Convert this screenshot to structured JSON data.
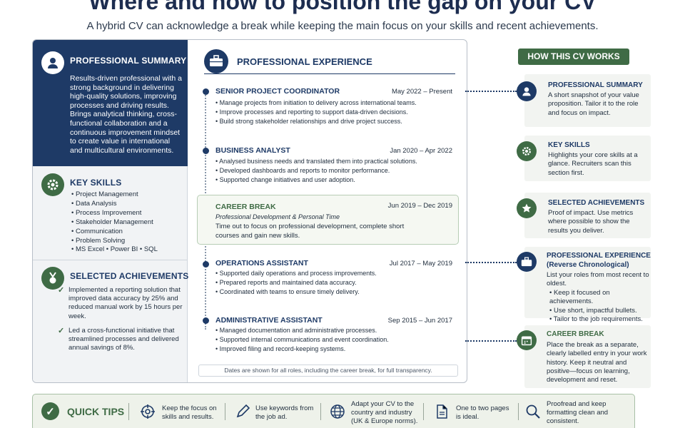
{
  "header": {
    "title": "Where and how to position the gap on your CV",
    "subtitle": "A hybrid CV can acknowledge a break while keeping the main focus on your skills and recent achievements."
  },
  "cv": {
    "summary": {
      "heading": "PROFESSIONAL SUMMARY",
      "text": "Results-driven professional with a strong background in delivering high-quality solutions, improving processes and driving results. Brings analytical thinking, cross-functional collaboration and a continuous improvement mindset to create value in international and multicultural environments."
    },
    "skills": {
      "heading": "KEY SKILLS",
      "items": [
        "Project Management",
        "Data Analysis",
        "Process Improvement",
        "Stakeholder Management",
        "Communication",
        "Problem Solving",
        "MS Excel  •  Power BI  •  SQL"
      ]
    },
    "achievements": {
      "heading": "SELECTED ACHIEVEMENTS",
      "items": [
        "Implemented a reporting solution that improved data accuracy by 25% and reduced manual work by 15 hours per week.",
        "Led a cross-functional initiative that streamlined processes and delivered annual savings of 8%."
      ]
    },
    "experience": {
      "heading": "PROFESSIONAL EXPERIENCE",
      "roles": [
        {
          "title": "SENIOR PROJECT COORDINATOR",
          "dates": "May 2022 – Present",
          "bullets": [
            "Manage projects from initiation to delivery across international teams.",
            "Improve processes and reporting to support data-driven decisions.",
            "Build strong stakeholder relationships and drive project success."
          ]
        },
        {
          "title": "BUSINESS ANALYST",
          "dates": "Jan 2020 – Apr 2022",
          "bullets": [
            "Analysed business needs and translated them into practical solutions.",
            "Developed dashboards and reports to monitor performance.",
            "Supported change initiatives and user adoption."
          ]
        },
        {
          "title": "OPERATIONS ASSISTANT",
          "dates": "Jul 2017 – May 2019",
          "bullets": [
            "Supported daily operations and process improvements.",
            "Prepared reports and maintained data accuracy.",
            "Coordinated with teams to ensure timely delivery."
          ]
        },
        {
          "title": "ADMINISTRATIVE ASSISTANT",
          "dates": "Sep 2015 – Jun 2017",
          "bullets": [
            "Managed documentation and administrative processes.",
            "Supported internal communications and event coordination.",
            "Improved filing and record-keeping systems."
          ]
        }
      ],
      "career_break": {
        "title": "CAREER BREAK",
        "dates": "Jun 2019 – Dec 2019",
        "subtitle": "Professional Development & Personal Time",
        "description": "Time out to focus on professional development, complete short courses and gain new skills."
      },
      "note": "Dates are shown for all roles, including the career break, for full transparency."
    }
  },
  "how": {
    "button": "HOW THIS CV WORKS",
    "items": [
      {
        "heading": "PROFESSIONAL SUMMARY",
        "text": "A short snapshot of your value proposition. Tailor it to the role and focus on impact."
      },
      {
        "heading": "KEY SKILLS",
        "text": "Highlights your core skills at a glance. Recruiters scan this section first."
      },
      {
        "heading": "SELECTED ACHIEVEMENTS",
        "text": "Proof of impact. Use metrics where possible to show the results you deliver."
      },
      {
        "heading": "PROFESSIONAL EXPERIENCE",
        "subheading": "(Reverse Chronological)",
        "text": "List your roles from most recent to oldest.",
        "bullets": [
          "Keep it focused on achievements.",
          "Use short, impactful bullets.",
          "Tailor to the job requirements."
        ]
      },
      {
        "heading": "CAREER BREAK",
        "text": "Place the break as a separate, clearly labelled entry in your work history. Keep it neutral and positive—focus on learning, development and reset."
      }
    ]
  },
  "tips": {
    "title": "QUICK TIPS",
    "items": [
      {
        "icon": "target-icon",
        "text": "Keep the focus on skills and results."
      },
      {
        "icon": "pencil-icon",
        "text": "Use keywords from the job ad."
      },
      {
        "icon": "globe-icon",
        "text": "Adapt your CV to the country and industry (UK & Europe norms)."
      },
      {
        "icon": "document-icon",
        "text": "One to two pages is ideal."
      },
      {
        "icon": "magnifier-icon",
        "text": "Proofread and keep formatting clean and consistent."
      }
    ]
  },
  "colors": {
    "navy": "#1e3a66",
    "green": "#3f6b45"
  }
}
